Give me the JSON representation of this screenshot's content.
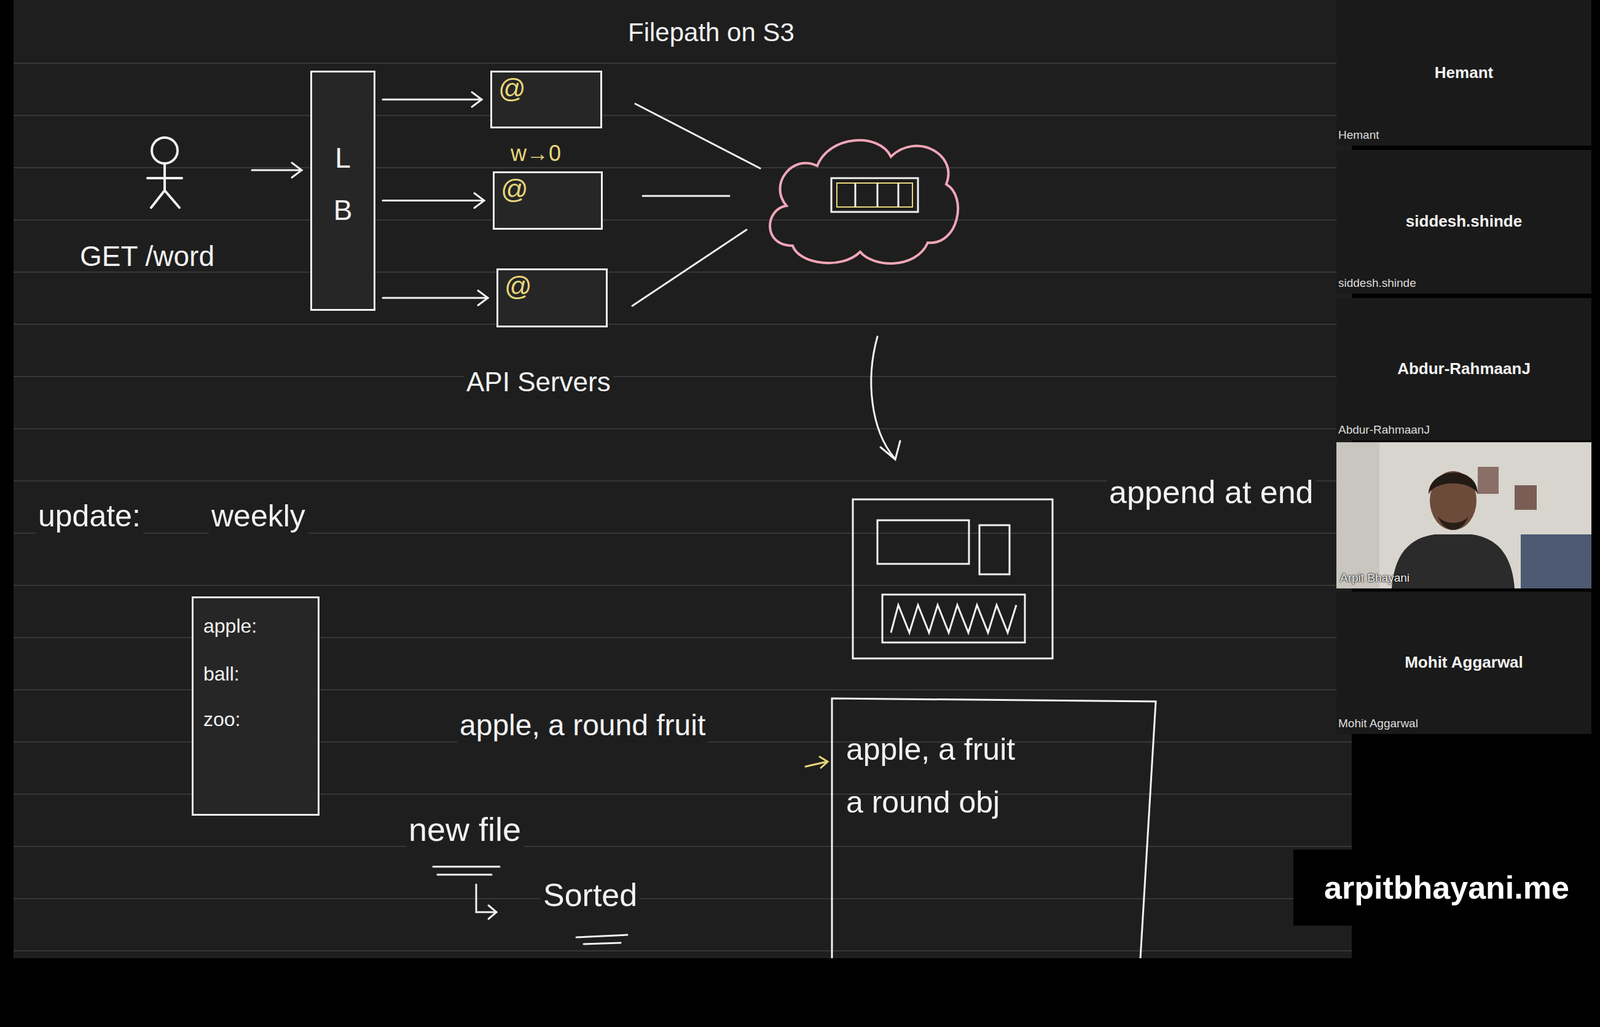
{
  "diagram": {
    "title": "Filepath on S3",
    "nodes": [
      {
        "text": [
          "GET /word"
        ]
      },
      {
        "text": [
          "L B"
        ]
      },
      {
        "text": [
          "@"
        ]
      },
      {
        "text": [
          "@"
        ]
      },
      {
        "text": [
          "@"
        ]
      },
      {
        "text": [
          "apple:",
          "ball:",
          "zoo:"
        ]
      },
      {
        "text": [
          "apple, a fruit",
          "a round obj"
        ]
      },
      {
        "text": [
          "Hemant",
          "Hemant"
        ]
      },
      {
        "text": [
          "siddesh.shinde",
          "siddesh.shinde"
        ]
      },
      {
        "text": [
          "Abdur-RahmaanJ",
          "Abdur-RahmaanJ"
        ]
      },
      {
        "text": [
          "Arpit Bhayani"
        ]
      },
      {
        "text": [
          "Mohit Aggarwal",
          "Mohit Aggarwal"
        ]
      }
    ],
    "edges": [
      {
        "from": 0,
        "to": 1,
        "arrow": "to"
      },
      {
        "from": 1,
        "to": 2,
        "arrow": "to"
      },
      {
        "from": 1,
        "to": 3,
        "arrow": "to"
      },
      {
        "from": 1,
        "to": 4,
        "arrow": "to"
      }
    ],
    "labels": [
      "w→0",
      "API Servers",
      "update:",
      "weekly",
      "apple, a round fruit",
      "new file",
      "Sorted",
      "append at end",
      "arpitbhayani.me"
    ]
  }
}
